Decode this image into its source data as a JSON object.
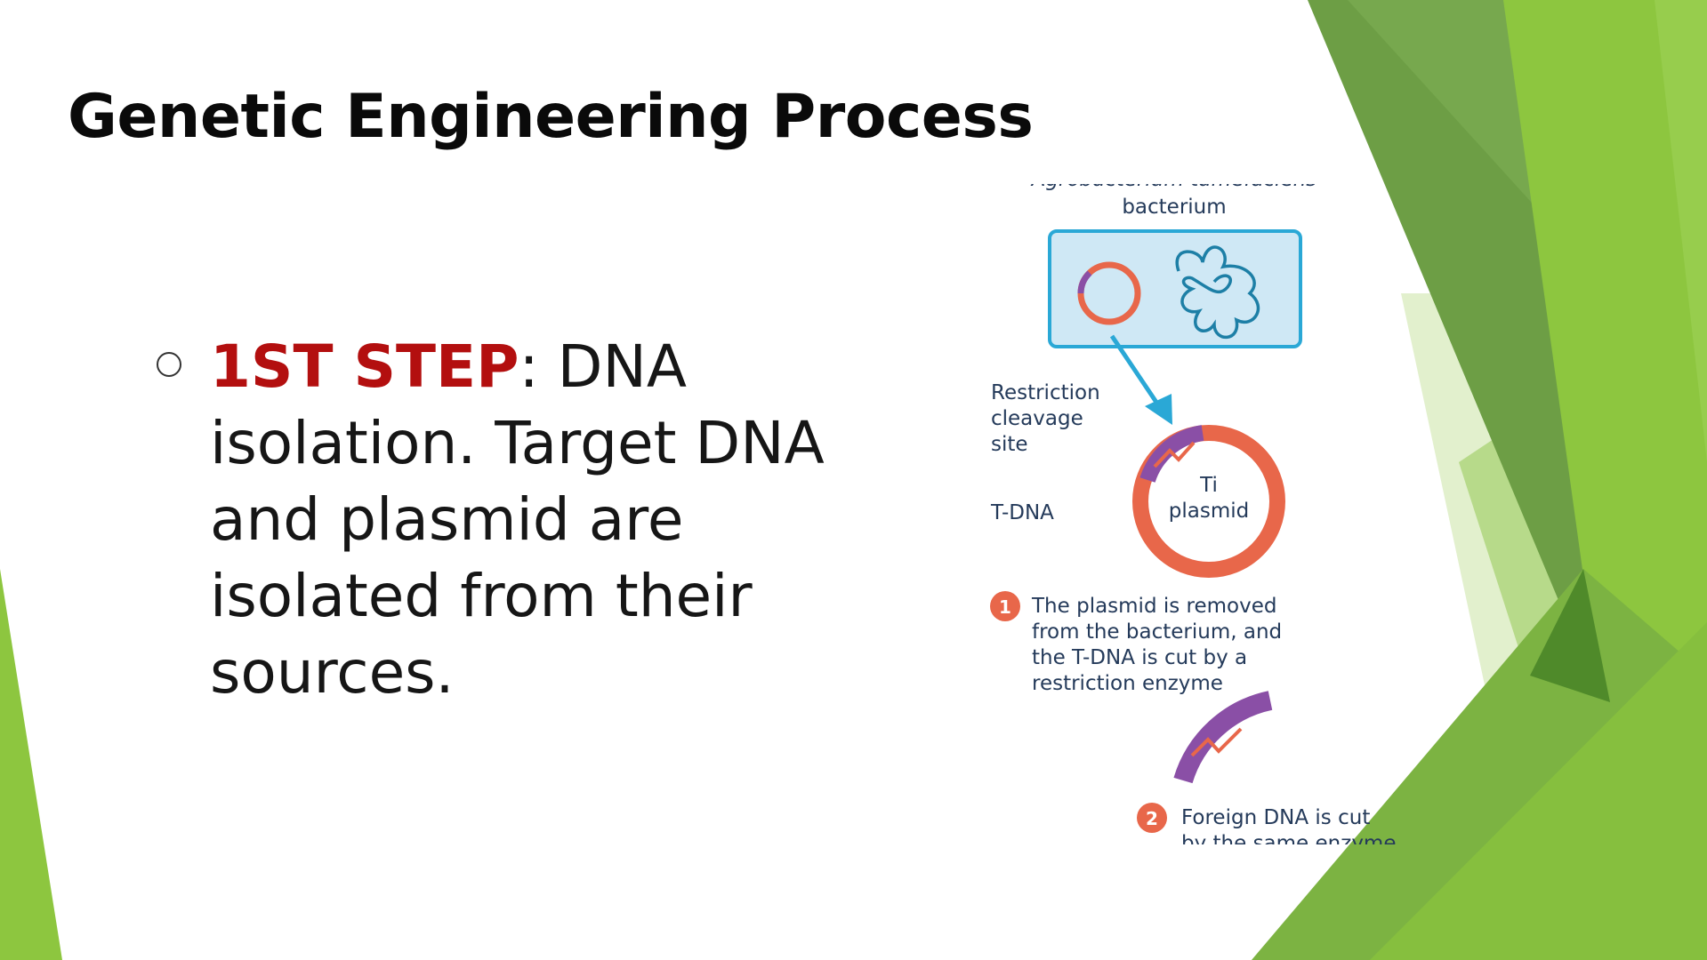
{
  "slide": {
    "title": "Genetic Engineering Process",
    "bullet": {
      "step_label": "1ST STEP",
      "text": ": DNA isolation. Target DNA and plasmid are isolated from their sources."
    }
  },
  "diagram": {
    "organism_label": "Agrobacterium tumefaciens",
    "bacterium_label": "bacterium",
    "restriction_label": [
      "Restriction",
      "cleavage",
      "site"
    ],
    "tdna_label": "T-DNA",
    "plasmid_label": [
      "Ti",
      "plasmid"
    ],
    "step1": {
      "number": "1",
      "lines": [
        "The plasmid is removed",
        "from the bacterium, and",
        "the T-DNA is cut by a",
        "restriction enzyme"
      ]
    },
    "step2": {
      "number": "2",
      "lines": [
        "Foreign DNA is cut",
        "by the same enzyme"
      ]
    }
  },
  "colors": {
    "accent_red": "#b30f0f",
    "green_dark": "#5f9436",
    "green_mid": "#7cb342",
    "green_light": "#8dc63f",
    "green_pale": "#dfeec8",
    "plasmid_orange": "#e8674a",
    "tdna_purple": "#8a4fa6",
    "bacterium_blue": "#2aa8d6",
    "bacterium_fill": "#cfe8f5",
    "label_navy": "#243a5a"
  }
}
